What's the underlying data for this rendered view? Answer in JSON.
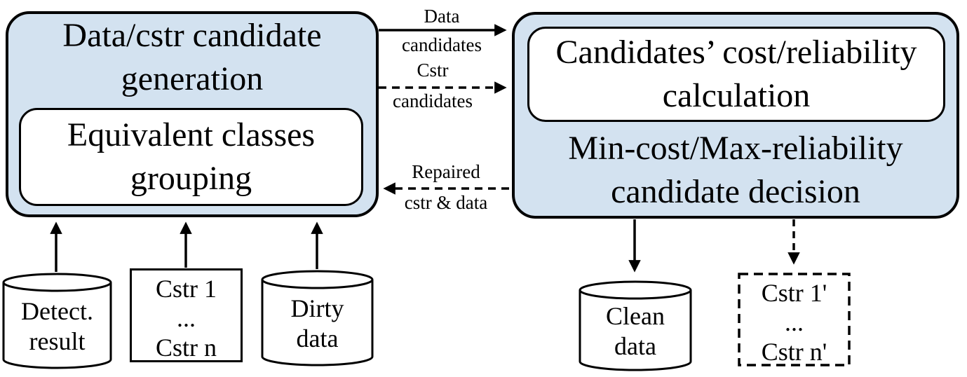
{
  "colors": {
    "module_fill": "#d3e2f0",
    "stroke": "#000000",
    "background": "#ffffff"
  },
  "left_module": {
    "title_line1": "Data/cstr candidate",
    "title_line2": "generation",
    "inner_line1": "Equivalent classes",
    "inner_line2": "grouping"
  },
  "right_module": {
    "calc_line1": "Candidates’ cost/reliability",
    "calc_line2": "calculation",
    "decision_line1": "Min-cost/Max-reliability",
    "decision_line2": "candidate decision"
  },
  "flows": {
    "data_candidates": {
      "line1": "Data",
      "line2": "candidates",
      "style": "solid",
      "direction": "left-to-right"
    },
    "cstr_candidates": {
      "line1": "Cstr",
      "line2": "candidates",
      "style": "dashed",
      "direction": "left-to-right"
    },
    "repaired": {
      "line1": "Repaired",
      "line2": "cstr & data",
      "style": "dashed",
      "direction": "right-to-left"
    }
  },
  "inputs": {
    "detect_result": {
      "shape": "cylinder",
      "line1": "Detect.",
      "line2": "result"
    },
    "cstr_set": {
      "shape": "rectangle",
      "line1": "Cstr 1",
      "line2": "...",
      "line3": "Cstr n"
    },
    "dirty_data": {
      "shape": "cylinder",
      "line1": "Dirty",
      "line2": "data"
    }
  },
  "outputs": {
    "clean_data": {
      "shape": "cylinder",
      "line1": "Clean",
      "line2": "data",
      "arrow": "solid"
    },
    "repaired_cstr_set": {
      "shape": "dashed-rectangle",
      "line1": "Cstr 1'",
      "line2": "...",
      "line3": "Cstr n'",
      "arrow": "dashed"
    }
  }
}
